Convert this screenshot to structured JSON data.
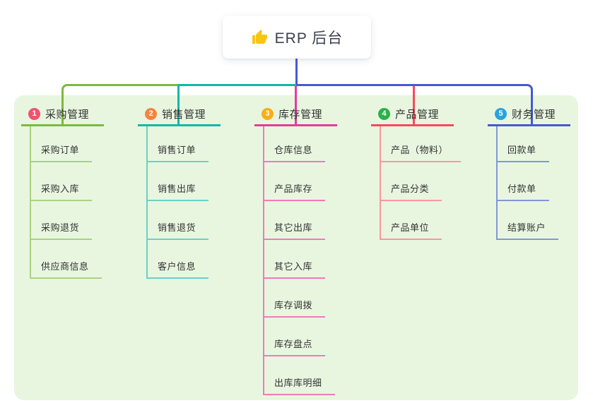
{
  "root": {
    "label": "ERP 后台",
    "icon": "thumbs-up",
    "line_color": "#4a5ad0",
    "icon_color": "#f9c513"
  },
  "canvas": {
    "background": "#ffffff",
    "panel_background": "#e8f6e0"
  },
  "branches": [
    {
      "badge": "1",
      "label": "采购管理",
      "badge_color": "#f4516c",
      "line_color": "#7cba3d",
      "light_color": "#a9d282",
      "children": [
        "采购订单",
        "采购入库",
        "采购退货",
        "供应商信息"
      ]
    },
    {
      "badge": "2",
      "label": "销售管理",
      "badge_color": "#f7833f",
      "line_color": "#12b8a8",
      "light_color": "#6bd0c5",
      "children": [
        "销售订单",
        "销售出库",
        "销售退货",
        "客户信息"
      ]
    },
    {
      "badge": "3",
      "label": "库存管理",
      "badge_color": "#fbad18",
      "line_color": "#e83a9d",
      "light_color": "#f07ab8",
      "children": [
        "仓库信息",
        "产品库存",
        "其它出库",
        "其它入库",
        "库存调拨",
        "库存盘点",
        "出库库明细"
      ]
    },
    {
      "badge": "4",
      "label": "产品管理",
      "badge_color": "#2cb14a",
      "line_color": "#f9485e",
      "light_color": "#fa97a1",
      "children": [
        "产品（物料）",
        "产品分类",
        "产品单位"
      ]
    },
    {
      "badge": "5",
      "label": "财务管理",
      "badge_color": "#29a3dc",
      "line_color": "#4759d1",
      "light_color": "#8297d6",
      "children": [
        "回款单",
        "付款单",
        "结算账户"
      ]
    }
  ]
}
